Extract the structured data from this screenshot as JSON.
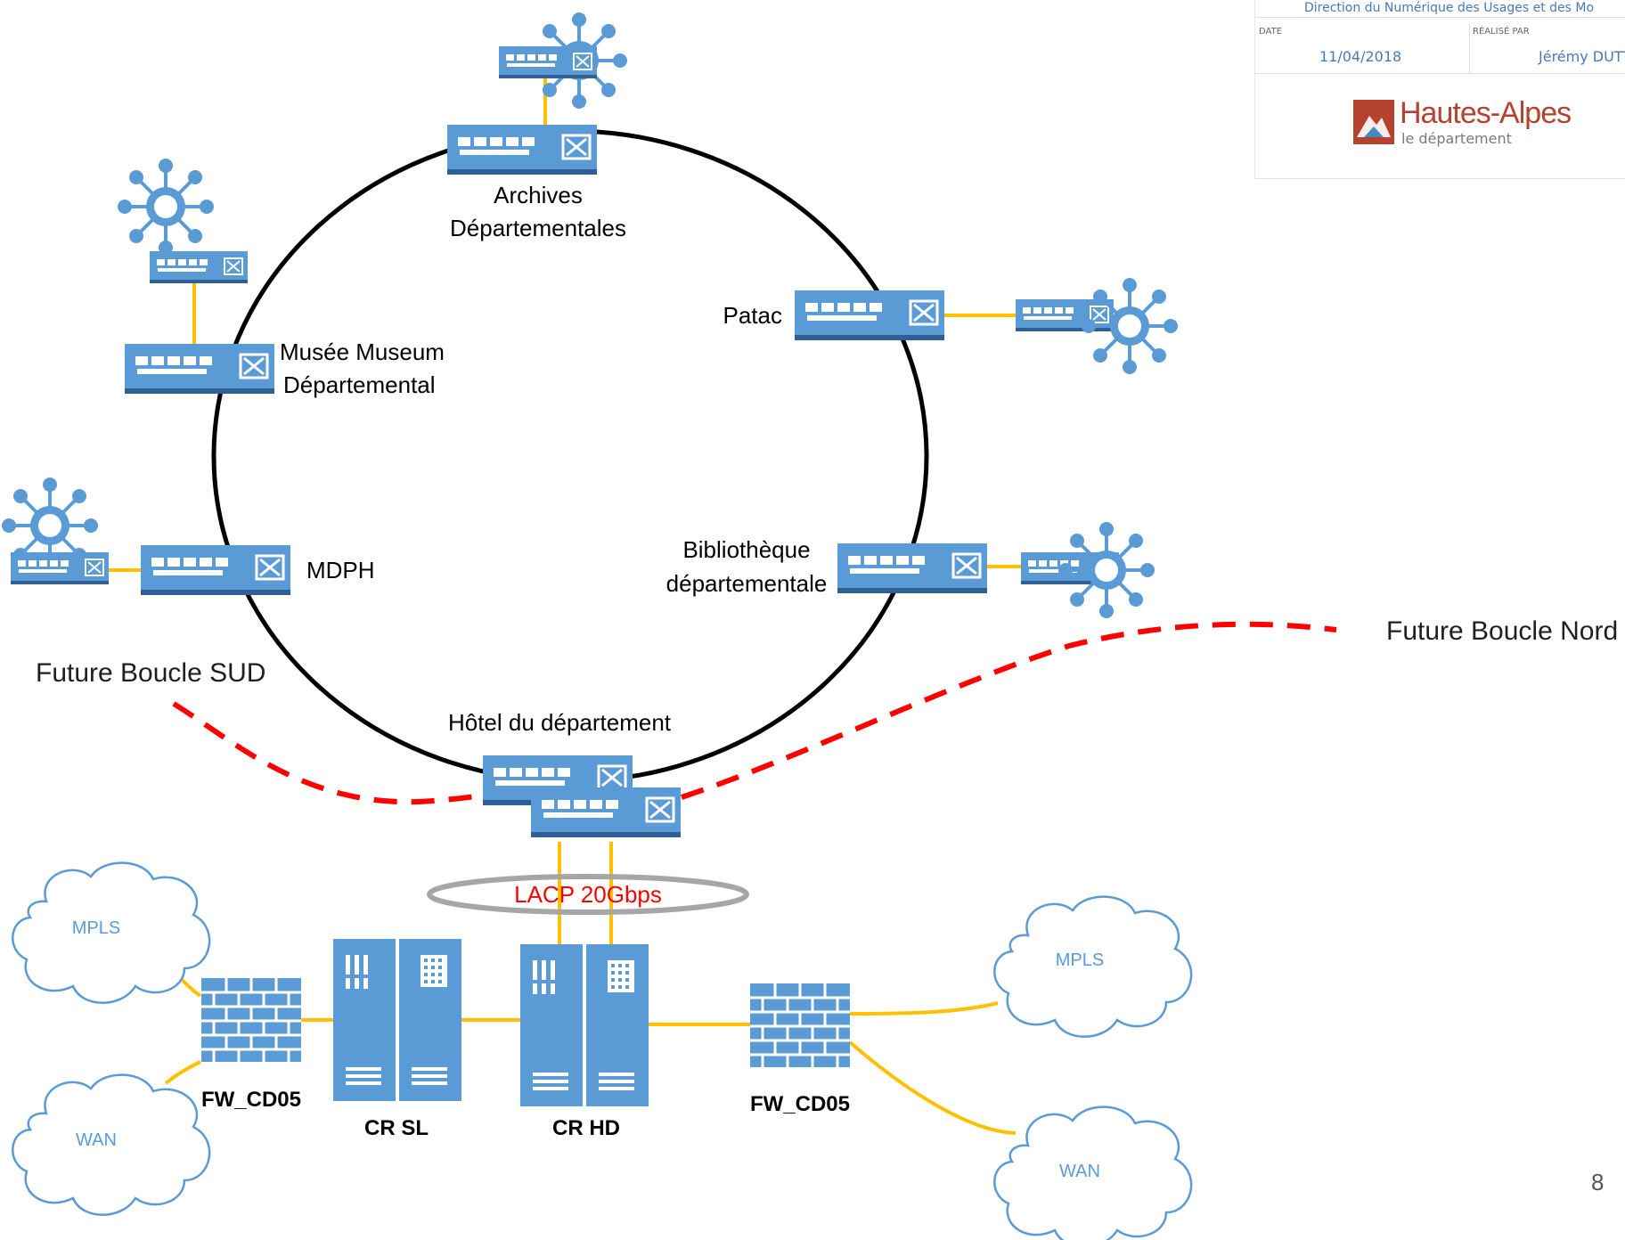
{
  "title_block": {
    "department": "Direction du Numérique des Usages et des Mo",
    "date_label": "DATE",
    "date_value": "11/04/2018",
    "author_label": "RÉALISÉ PAR",
    "author_value": "Jérémy DUTT",
    "logo_name": "Hautes-Alpes",
    "logo_sub": "le département"
  },
  "sites": {
    "archives_line1": "Archives",
    "archives_line2": "Départementales",
    "patac": "Patac",
    "musee_line1": "Musée Museum",
    "musee_line2": "Départemental",
    "mdph": "MDPH",
    "biblio_line1": "Bibliothèque",
    "biblio_line2": "départementale",
    "hotel": "Hôtel du département"
  },
  "future": {
    "sud": "Future Boucle SUD",
    "nord": "Future Boucle Nord"
  },
  "lacp": "LACP 20Gbps",
  "core": {
    "left_fw": "FW_CD05",
    "cr_sl": "CR SL",
    "cr_hd": "CR HD",
    "right_fw": "FW_CD05"
  },
  "clouds": {
    "left_top": "MPLS",
    "left_bottom": "WAN",
    "right_top": "MPLS",
    "right_bottom": "WAN"
  },
  "colors": {
    "device_blue": "#5b9bd5",
    "device_dark": "#2f5f93",
    "link_yellow": "#ffc000",
    "ring": "#000000",
    "future_red": "#ff0000",
    "cloud_stroke": "#5b9bd5"
  },
  "page_number": "8"
}
